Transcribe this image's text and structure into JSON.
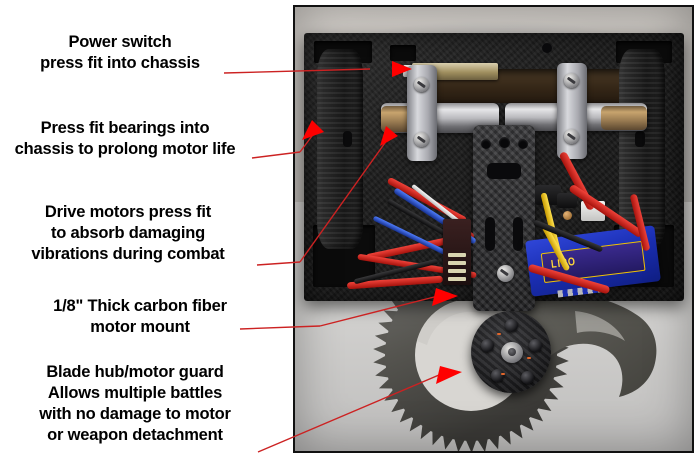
{
  "page": {
    "background_color": "#ffffff",
    "text_color": "#000000",
    "leader_color": "#cc0000",
    "arrow_color": "#ff0000"
  },
  "annotations": [
    {
      "id": "power-switch",
      "text": "Power switch\npress fit into chassis",
      "points_to": "power-switch-on-chassis"
    },
    {
      "id": "press-fit-bearings",
      "text": "Press fit bearings into\nchassis to prolong motor life",
      "points_to": "chassis-bearing-pocket"
    },
    {
      "id": "drive-motors",
      "text": "Drive motors press fit\nto absorb damaging\nvibrations during combat",
      "points_to": "drive-motor-can"
    },
    {
      "id": "motor-mount",
      "text": "1/8\" Thick carbon fiber\nmotor mount",
      "points_to": "carbon-fiber-motor-mount"
    },
    {
      "id": "blade-hub",
      "text": "Blade hub/motor guard\nAllows multiple battles\nwith no damage to motor\nor weapon detachment",
      "points_to": "weapon-blade-hub"
    }
  ],
  "photo": {
    "subject": "combat-robot-chassis-top-view",
    "components": {
      "chassis": "black-foam-chassis",
      "wheels": [
        "left-drive-wheel",
        "right-drive-wheel"
      ],
      "motors": [
        "left-drive-motor",
        "right-drive-motor"
      ],
      "brackets": [
        "left-bearing-bracket",
        "right-bearing-bracket"
      ],
      "power_switch": "brass-power-switch",
      "center_plate": "carbon-fiber-center-plate",
      "esc": "electronic-speed-controller",
      "battery_label": "LIPO",
      "weapon": "steel-saw-blade",
      "hub": "carbon-fiber-blade-hub"
    },
    "wire_colors": [
      "#e8392f",
      "#2f59e0",
      "#101012",
      "#f2f2f2",
      "#ffd400"
    ],
    "battery_color": "#1f33bd",
    "battery_accent": "#ffd400"
  }
}
